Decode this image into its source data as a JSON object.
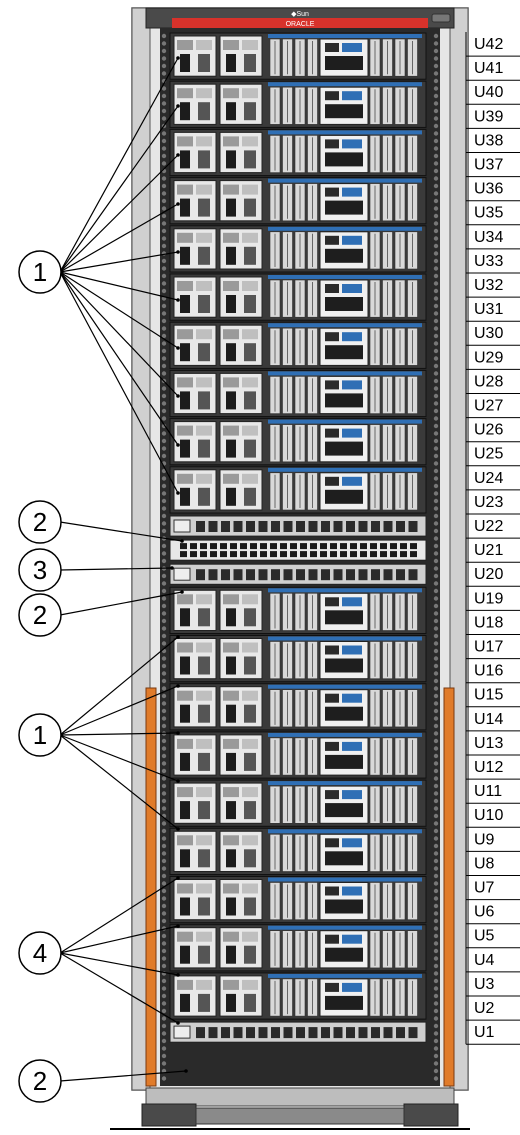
{
  "brand": {
    "sun": "◆Sun",
    "oracle": "ORACLE"
  },
  "u_labels": [
    "U42",
    "U41",
    "U40",
    "U39",
    "U38",
    "U37",
    "U36",
    "U35",
    "U34",
    "U33",
    "U32",
    "U31",
    "U30",
    "U29",
    "U28",
    "U27",
    "U26",
    "U25",
    "U24",
    "U23",
    "U22",
    "U21",
    "U20",
    "U19",
    "U18",
    "U17",
    "U16",
    "U15",
    "U14",
    "U13",
    "U12",
    "U11",
    "U10",
    "U9",
    "U8",
    "U7",
    "U6",
    "U5",
    "U4",
    "U3",
    "U2",
    "U1"
  ],
  "callouts": [
    {
      "label": "1",
      "kind": "server-group-upper"
    },
    {
      "label": "2",
      "kind": "switch-upper"
    },
    {
      "label": "3",
      "kind": "management-switch"
    },
    {
      "label": "2",
      "kind": "switch-middle"
    },
    {
      "label": "1",
      "kind": "server-group-lower"
    },
    {
      "label": "4",
      "kind": "server-group-bottom"
    },
    {
      "label": "2",
      "kind": "switch-bottom"
    }
  ],
  "colors": {
    "rack_frame": "#d9d9d9",
    "header_red": "#d7322b",
    "server_blue": "#2f6fb5",
    "orange_strip": "#e07b2a",
    "chassis_dark": "#2a2a2a"
  }
}
